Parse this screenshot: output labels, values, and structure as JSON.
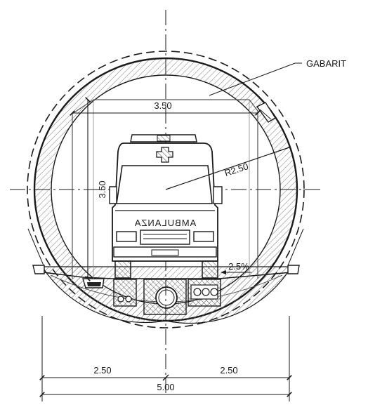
{
  "labels": {
    "gabarit": "GABARIT",
    "clearance_width": "3.50",
    "clearance_height": "3.50",
    "radius": "R2.50",
    "slope": "2.5%",
    "vehicle_text": "AMBULANZA",
    "half_left": "2.50",
    "half_right": "2.50",
    "total_width": "5.00"
  },
  "colors": {
    "line": "#1a1a1a",
    "hatch": "#777777",
    "background": "#ffffff"
  }
}
